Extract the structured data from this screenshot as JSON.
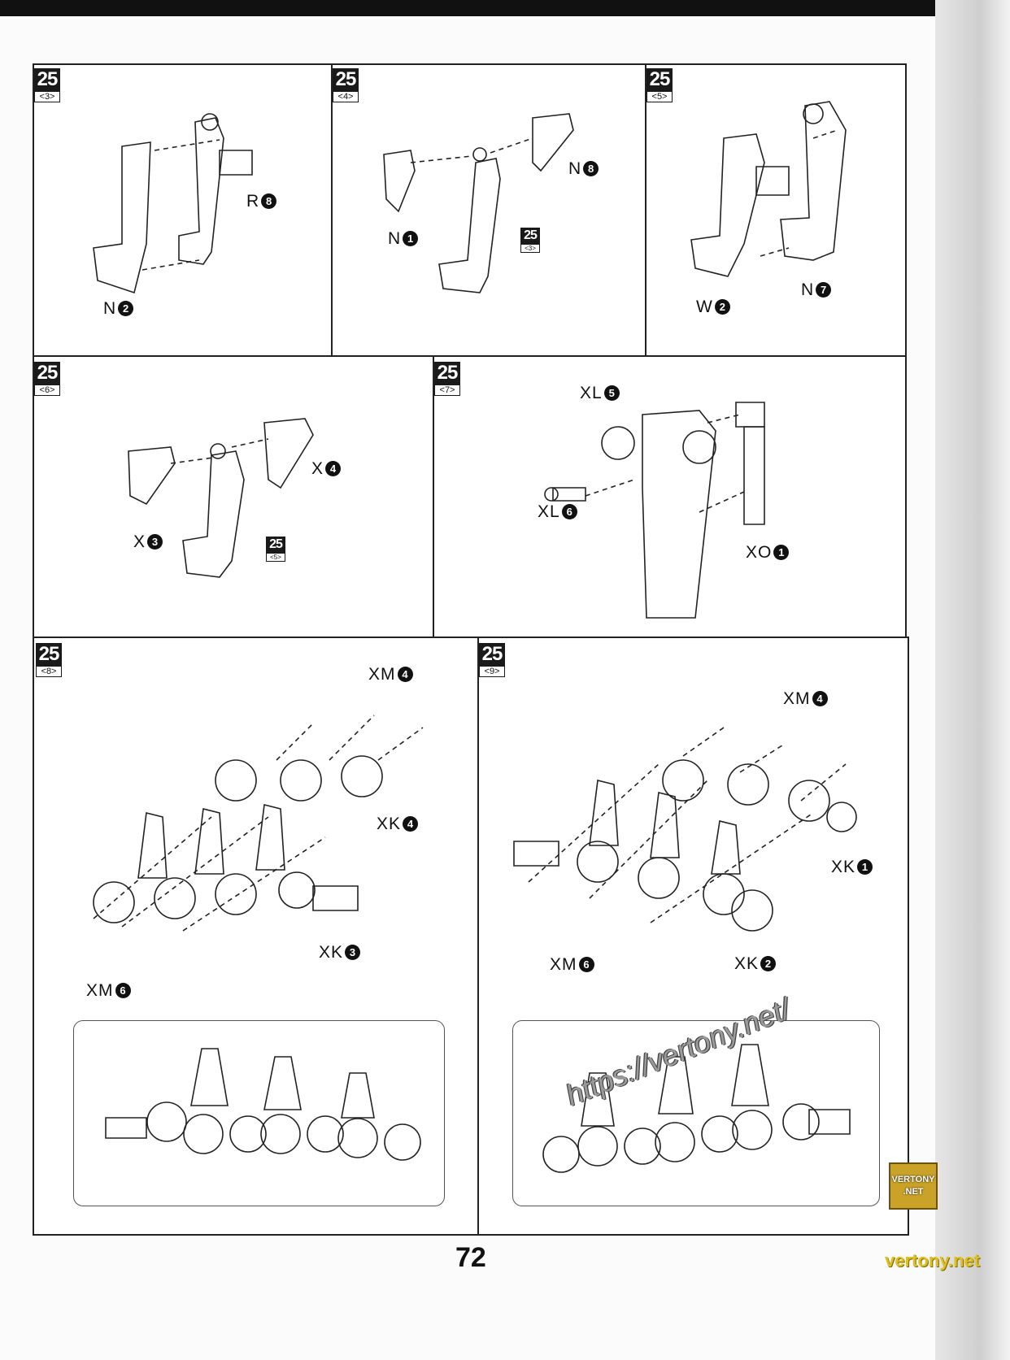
{
  "page_number": "72",
  "logo": "VERTONY .NET",
  "watermark_url": "https://vertony.net/",
  "footer_watermark": "vertony.net",
  "panels": [
    {
      "step": "25",
      "sub": "<3>",
      "labels": [
        {
          "t": "R",
          "n": "8"
        },
        {
          "t": "N",
          "n": "2"
        }
      ]
    },
    {
      "step": "25",
      "sub": "<4>",
      "labels": [
        {
          "t": "N",
          "n": "1"
        },
        {
          "t": "N",
          "n": "8"
        }
      ],
      "ref": {
        "step": "25",
        "sub": "<3>"
      }
    },
    {
      "step": "25",
      "sub": "<5>",
      "labels": [
        {
          "t": "W",
          "n": "2"
        },
        {
          "t": "N",
          "n": "7"
        }
      ]
    },
    {
      "step": "25",
      "sub": "<6>",
      "labels": [
        {
          "t": "X",
          "n": "4"
        },
        {
          "t": "X",
          "n": "3"
        }
      ],
      "ref": {
        "step": "25",
        "sub": "<5>"
      }
    },
    {
      "step": "25",
      "sub": "<7>",
      "labels": [
        {
          "t": "XL",
          "n": "5"
        },
        {
          "t": "XL",
          "n": "6"
        },
        {
          "t": "XO",
          "n": "1"
        }
      ]
    },
    {
      "step": "25",
      "sub": "<8>",
      "labels": [
        {
          "t": "XM",
          "n": "4"
        },
        {
          "t": "XK",
          "n": "4"
        },
        {
          "t": "XK",
          "n": "3"
        },
        {
          "t": "XM",
          "n": "6"
        }
      ]
    },
    {
      "step": "25",
      "sub": "<9>",
      "labels": [
        {
          "t": "XM",
          "n": "4"
        },
        {
          "t": "XK",
          "n": "1"
        },
        {
          "t": "XM",
          "n": "6"
        },
        {
          "t": "XK",
          "n": "2"
        }
      ]
    }
  ]
}
